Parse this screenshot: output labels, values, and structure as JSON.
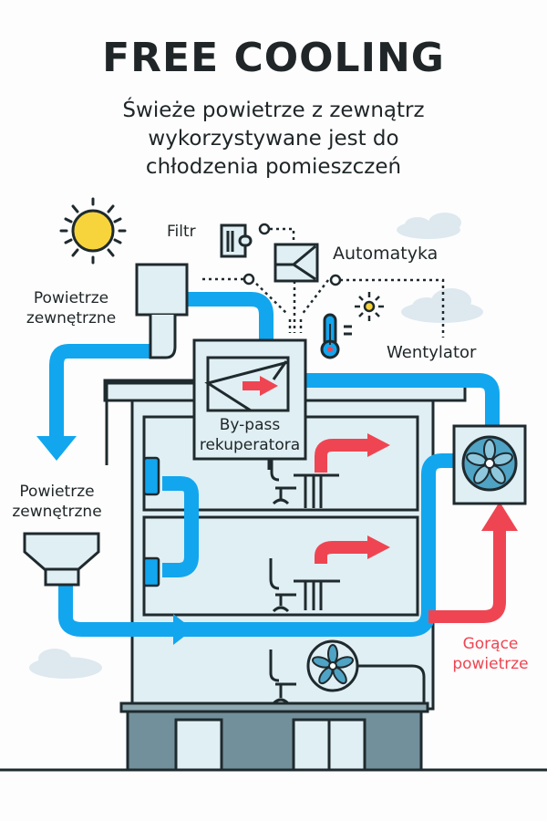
{
  "header": {
    "title": "FREE COOLING",
    "subtitle_lines": [
      "Świeże powietrze z zewnątrz",
      "wykorzystywane jest do",
      "chłodzenia pomieszczeń"
    ]
  },
  "labels": {
    "filter": "Filtr",
    "automation": "Automatyka",
    "outdoor_air_top": [
      "Powietrze",
      "zewnętrzne"
    ],
    "outdoor_air_left": [
      "Powietrze",
      "zewnętrzne"
    ],
    "fan": "Wentylator",
    "bypass": [
      "By-pass",
      "rekuperatora"
    ],
    "hot_air": [
      "Gorące",
      "powietrze"
    ]
  },
  "colors": {
    "cool_air": "#12a6ef",
    "hot_air": "#ef4552",
    "building": "#e0eff3",
    "outline": "#1f2a2e",
    "sun": "#f7d43c",
    "cloud": "#dde9ef",
    "base": "#72909b"
  }
}
